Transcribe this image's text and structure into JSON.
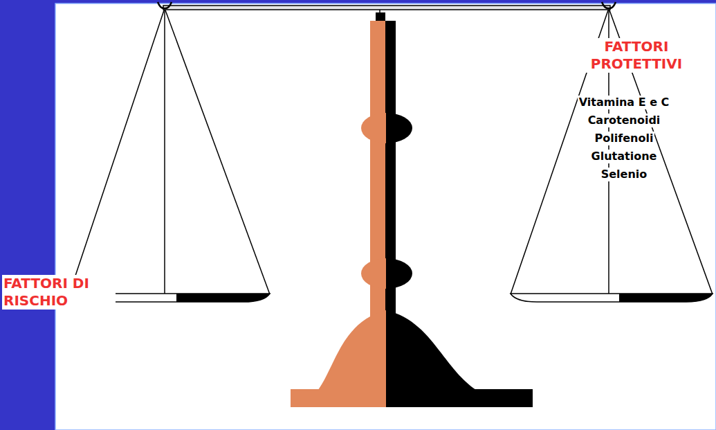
{
  "diagram": {
    "labels": [
      "FATTORI PROTETTIVI",
      "Vitamina E e C",
      "Carotenoidi",
      "Polifenoli",
      "Glutatione",
      "Selenio",
      "FATTORI DI RISCHIO"
    ]
  }
}
